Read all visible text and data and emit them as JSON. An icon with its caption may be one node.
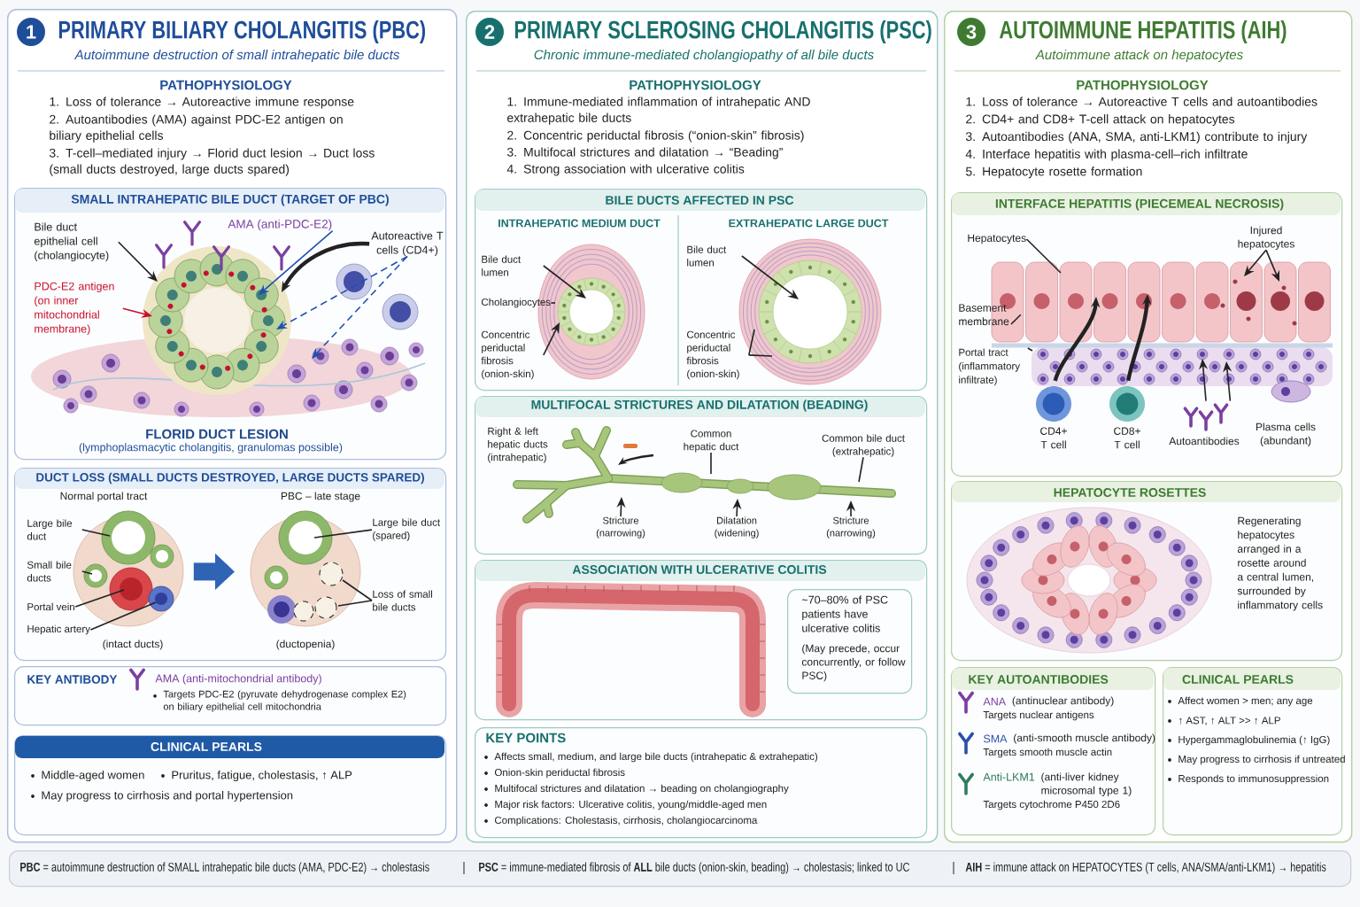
{
  "diagram": {
    "nodes": [
      {
        "text": [
          "PRIMARY BILIARY CHOLANGITIS (PBC)",
          "Autoimmune destruction of small intrahepatic bile ducts",
          "PATHOPHYSIOLOGY",
          "1. Loss of tolerance → Autoreactive immune response",
          "2. Autoantibodies (AMA) against PDC-E2 antigen on biliary epithelial cells",
          "3. T-cell–mediated injury → Florid duct lesion → Duct loss (small ducts destroyed, large ducts spared)"
        ]
      },
      {
        "text": [
          "1"
        ],
        "in": 0
      },
      {
        "text": [
          "SMALL INTRAHEPATIC BILE DUCT (TARGET OF PBC)",
          "FLORID DUCT LESION",
          "(lymphoplasmacytic cholangitis, granulomas possible)"
        ],
        "in": 0
      },
      {
        "text": [
          "Bile duct epithelial cell (cholangiocyte)"
        ],
        "in": 2
      },
      {
        "text": [
          "PDC-E2 antigen (on inner mitochondrial membrane)"
        ],
        "in": 2
      },
      {
        "text": [
          "AMA (anti-PDC-E2)"
        ],
        "in": 2
      },
      {
        "text": [
          "Autoreactive T cells (CD4+)"
        ],
        "in": 2
      },
      {
        "text": [
          "DUCT LOSS (SMALL DUCTS DESTROYED, LARGE DUCTS SPARED)",
          "Normal portal tract",
          "PBC – late stage",
          "(intact ducts)",
          "(ductopenia)"
        ],
        "in": 0
      },
      {
        "text": [
          "Large bile duct"
        ],
        "in": 7
      },
      {
        "text": [
          "Small bile ducts"
        ],
        "in": 7
      },
      {
        "text": [
          "Portal vein"
        ],
        "in": 7
      },
      {
        "text": [
          "Hepatic artery"
        ],
        "in": 7
      },
      {
        "text": [
          "Large bile duct (spared)"
        ],
        "in": 7
      },
      {
        "text": [
          "Loss of small bile ducts"
        ],
        "in": 7
      },
      {
        "text": [
          "KEY ANTIBODY",
          "AMA (anti-mitochondrial antibody)",
          "Targets PDC-E2 (pyruvate dehydrogenase complex E2) on biliary epithelial cell mitochondria"
        ],
        "in": 0
      },
      {
        "text": [
          "CLINICAL PEARLS",
          "Middle-aged women",
          "Pruritus, fatigue, cholestasis, ↑ ALP",
          "May progress to cirrhosis and portal hypertension"
        ],
        "in": 0
      },
      {
        "text": [
          "PRIMARY SCLEROSING CHOLANGITIS (PSC)",
          "Chronic immune-mediated cholangiopathy of all bile ducts",
          "PATHOPHYSIOLOGY",
          "1. Immune-mediated inflammation of intrahepatic AND extrahepatic bile ducts",
          "2. Concentric periductal fibrosis (“onion-skin” fibrosis)",
          "3. Multifocal strictures and dilatation → “Beading”",
          "4. Strong association with ulcerative colitis"
        ]
      },
      {
        "text": [
          "2"
        ],
        "in": 16
      },
      {
        "text": [
          "BILE DUCTS AFFECTED IN PSC",
          "INTRAHEPATIC MEDIUM DUCT",
          "EXTRAHEPATIC LARGE DUCT"
        ],
        "in": 16
      },
      {
        "text": [
          "Bile duct lumen"
        ],
        "in": 18
      },
      {
        "text": [
          "Cholangiocytes"
        ],
        "in": 18
      },
      {
        "text": [
          "Concentric periductal fibrosis (onion-skin)"
        ],
        "in": 18
      },
      {
        "text": [
          "Bile duct lumen"
        ],
        "in": 18
      },
      {
        "text": [
          "Concentric periductal fibrosis (onion-skin)"
        ],
        "in": 18
      },
      {
        "text": [
          "MULTIFOCAL STRICTURES AND DILATATION (BEADING)",
          "Right & left hepatic ducts (intrahepatic)"
        ],
        "in": 16
      },
      {
        "text": [
          "Common hepatic duct"
        ],
        "in": 24
      },
      {
        "text": [
          "Common bile duct (extrahepatic)"
        ],
        "in": 24
      },
      {
        "text": [
          "Stricture (narrowing)"
        ],
        "in": 24
      },
      {
        "text": [
          "Dilatation (widening)"
        ],
        "in": 24
      },
      {
        "text": [
          "Stricture (narrowing)"
        ],
        "in": 24
      },
      {
        "text": [
          "ASSOCIATION WITH ULCERATIVE COLITIS"
        ],
        "in": 16
      },
      {
        "text": [
          "~70–80% of PSC patients have ulcerative colitis",
          "(May precede, occur concurrently, or follow PSC)"
        ],
        "in": 30
      },
      {
        "text": [
          "KEY POINTS",
          "Affects small, medium, and large bile ducts (intrahepatic & extrahepatic)",
          "Onion-skin periductal fibrosis",
          "Multifocal strictures and dilatation → beading on cholangiography",
          "Major risk factors: Ulcerative colitis, young/middle-aged men",
          "Complications: Cholestasis, cirrhosis, cholangiocarcinoma"
        ],
        "in": 16
      },
      {
        "text": [
          "AUTOIMMUNE HEPATITIS (AIH)",
          "Autoimmune attack on hepatocytes",
          "PATHOPHYSIOLOGY",
          "1. Loss of tolerance → Autoreactive T cells and autoantibodies",
          "2. CD4+ and CD8+ T-cell attack on hepatocytes",
          "3. Autoantibodies (ANA, SMA, anti-LKM1) contribute to injury",
          "4. Interface hepatitis with plasma-cell–rich infiltrate",
          "5. Hepatocyte rosette formation"
        ]
      },
      {
        "text": [
          "3"
        ],
        "in": 33
      },
      {
        "text": [
          "INTERFACE HEPATITIS (PIECEMEAL NECROSIS)",
          "Plasma cells (abundant)"
        ],
        "in": 33
      },
      {
        "text": [
          "Hepatocytes"
        ],
        "in": 35
      },
      {
        "text": [
          "Injured hepatocytes"
        ],
        "in": 35
      },
      {
        "text": [
          "Basement membrane"
        ],
        "in": 35
      },
      {
        "text": [
          "Portal tract (inflammatory infiltrate)"
        ],
        "in": 35
      },
      {
        "text": [
          "CD4+ T cell"
        ],
        "in": 35
      },
      {
        "text": [
          "CD8+ T cell"
        ],
        "in": 35
      },
      {
        "text": [
          "Autoantibodies"
        ],
        "in": 35
      },
      {
        "text": [
          "HEPATOCYTE ROSETTES",
          "Regenerating hepatocytes arranged in a rosette around a central lumen, surrounded by inflammatory cells"
        ],
        "in": 33
      },
      {
        "text": [
          "KEY AUTOANTIBODIES",
          "ANA",
          "(antinuclear antibody)",
          "Targets nuclear antigens",
          "SMA",
          "(anti-smooth muscle antibody)",
          "Targets smooth muscle actin",
          "Anti-LKM1",
          "(anti-liver kidney microsomal type 1)",
          "Targets cytochrome P450 2D6"
        ],
        "in": 33
      },
      {
        "text": [
          "CLINICAL PEARLS",
          "Affect women > men; any age",
          "↑ AST, ↑ ALT >> ↑ ALP",
          "Hypergammaglobulinemia (↑ IgG)",
          "May progress to cirrhosis if untreated",
          "Responds to immunosuppression"
        ],
        "in": 33
      },
      {
        "text": [
          "**PBC** = autoimmune destruction of SMALL intrahepatic bile ducts (AMA, PDC-E2) → cholestasis",
          "**PSC** = immune-mediated fibrosis of **ALL** bile ducts (onion-skin, beading) → cholestasis; linked to UC",
          "**AIH** = immune attack on HEPATOCYTES (T cells, ANA/SMA/anti-LKM1) → hepatitis"
        ]
      },
      {
        "text": [],
        "shape": "picture",
        "in": 2
      },
      {
        "text": [],
        "shape": "picture",
        "in": 7
      },
      {
        "text": [],
        "shape": "picture",
        "in": 7
      },
      {
        "text": [],
        "shape": "picture",
        "in": 18
      },
      {
        "text": [],
        "shape": "picture",
        "in": 18
      },
      {
        "text": [],
        "shape": "picture",
        "in": 24
      },
      {
        "text": [],
        "shape": "picture",
        "in": 35
      },
      {
        "text": [],
        "shape": "picture",
        "in": 2
      }
    ],
    "edges": [
      {
        "from": 3,
        "to": 47,
        "arrow": "to"
      },
      {
        "from": 4,
        "to": 47,
        "arrow": "to",
        "color": "#c8102e"
      },
      {
        "from": 5,
        "to": 47,
        "arrow": "to",
        "color": "#2050b0"
      },
      {
        "from": 6,
        "to": 47,
        "arrow": "to",
        "style": "thick"
      },
      {
        "from": 6,
        "to": 47,
        "arrow": "to",
        "style": "dashed",
        "color": "#2050b0"
      },
      {
        "from": 6,
        "to": 54,
        "arrow": "to",
        "style": "dashed",
        "color": "#2050b0"
      },
      {
        "from": 8,
        "to": 48,
        "arrow": "none"
      },
      {
        "from": 9,
        "to": 48,
        "arrow": "none"
      },
      {
        "from": 10,
        "to": 48,
        "arrow": "none"
      },
      {
        "from": 11,
        "to": 48,
        "arrow": "none"
      },
      {
        "from": 12,
        "to": 49,
        "arrow": "none"
      },
      {
        "from": 13,
        "to": 49,
        "arrow": "none"
      },
      {
        "from": 13,
        "to": 49,
        "arrow": "none"
      },
      {
        "from": 19,
        "to": 50,
        "arrow": "to"
      },
      {
        "from": 20,
        "to": 50,
        "arrow": "none"
      },
      {
        "from": 21,
        "to": 50,
        "arrow": "to"
      },
      {
        "from": 22,
        "to": 51,
        "arrow": "to"
      },
      {
        "from": 23,
        "to": 51,
        "arrow": "none"
      },
      {
        "from": 23,
        "to": 51,
        "arrow": "none"
      },
      {
        "from": 25,
        "to": 52,
        "arrow": "none"
      },
      {
        "from": 26,
        "to": 52,
        "arrow": "none"
      },
      {
        "from": 27,
        "to": 52,
        "arrow": "to"
      },
      {
        "from": 28,
        "to": 52,
        "arrow": "to"
      },
      {
        "from": 29,
        "to": 52,
        "arrow": "to"
      },
      {
        "from": 36,
        "to": 53,
        "arrow": "none"
      },
      {
        "from": 37,
        "to": 53,
        "arrow": "to"
      },
      {
        "from": 37,
        "to": 53,
        "arrow": "to"
      },
      {
        "from": 38,
        "to": 53,
        "arrow": "none"
      },
      {
        "from": 39,
        "to": 53,
        "arrow": "none"
      },
      {
        "from": 40,
        "to": 53,
        "arrow": "to",
        "style": "thick"
      },
      {
        "from": 41,
        "to": 53,
        "arrow": "to",
        "style": "thick"
      },
      {
        "from": 42,
        "to": 53,
        "arrow": "to"
      },
      {
        "from": 42,
        "to": 53,
        "arrow": "to"
      },
      {
        "from": 48,
        "to": 49,
        "arrow": "to",
        "style": "thick",
        "color": "#2f63b4"
      }
    ]
  }
}
